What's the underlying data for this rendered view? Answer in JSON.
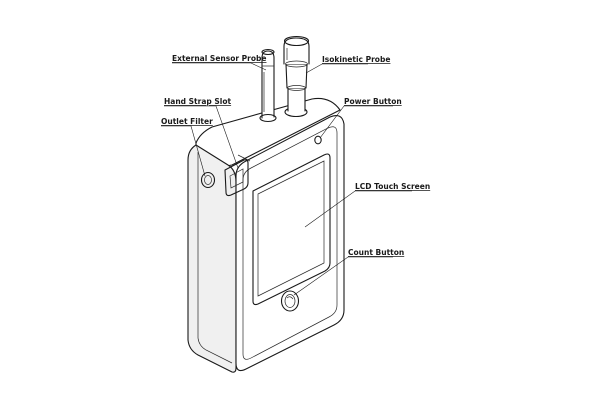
{
  "labels": {
    "external_sensor_probe": "External Sensor Probe",
    "isokinetic_probe": "Isokinetic Probe",
    "hand_strap_slot": "Hand Strap Slot",
    "power_button": "Power Button",
    "outlet_filter": "Outlet Filter",
    "lcd_touch_screen": "LCD Touch Screen",
    "count_button": "Count Button"
  },
  "colors": {
    "line": "#1a1a1a",
    "background": "#ffffff"
  }
}
